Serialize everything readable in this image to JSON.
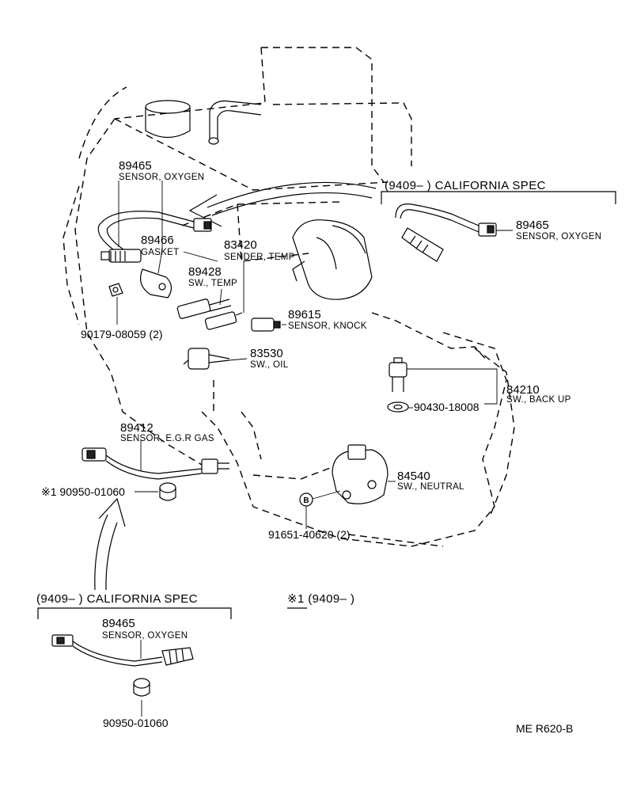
{
  "parts": {
    "p89465_top": {
      "number": "89465",
      "name": "SENSOR, OXYGEN"
    },
    "p89466": {
      "number": "89466",
      "name": "GASKET"
    },
    "p89428": {
      "number": "89428",
      "name": "SW., TEMP"
    },
    "p83420": {
      "number": "83420",
      "name": "SENDER, TEMP"
    },
    "p89615": {
      "number": "89615",
      "name": "SENSOR, KNOCK"
    },
    "p90179": {
      "number": "90179-08059 (2)"
    },
    "p83530": {
      "number": "83530",
      "name": "SW., OIL"
    },
    "p84210": {
      "number": "84210",
      "name": "SW., BACK UP"
    },
    "p90430": {
      "number": "90430-18008"
    },
    "p89412": {
      "number": "89412",
      "name": "SENSOR, E.G.R GAS"
    },
    "p90950_main": {
      "number": "※1 90950-01060"
    },
    "p84540": {
      "number": "84540",
      "name": "SW., NEUTRAL"
    },
    "p91651": {
      "number": "91651-40620 (2)"
    },
    "p89465_right": {
      "number": "89465",
      "name": "SENSOR, OXYGEN"
    },
    "p89465_bottom": {
      "number": "89465",
      "name": "SENSOR, OXYGEN"
    },
    "p90950_bottom": {
      "number": "90950-01060"
    }
  },
  "specs": {
    "right": "(9409–      ) CALIFORNIA  SPEC",
    "bottom": "(9409–      ) CALIFORNIA  SPEC",
    "note": "※1 (9409–         )"
  },
  "callout_b": "B",
  "diagram_code": "ME  R620-B"
}
